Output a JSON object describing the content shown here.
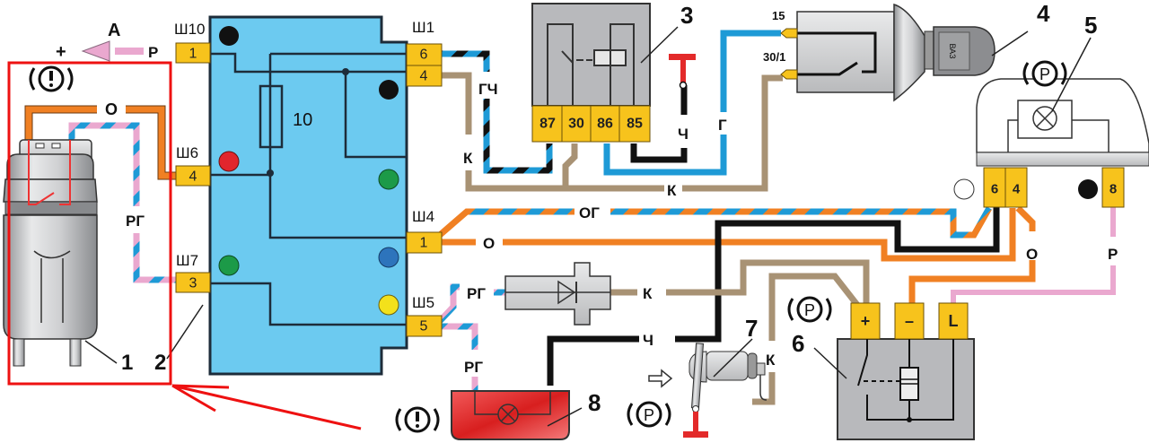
{
  "diagram": {
    "title": "Parking brake and brake fluid level warning circuit",
    "colors": {
      "block_fill": "#6ccaf0",
      "pin_fill": "#f7c31c",
      "wire_orange": "#f08023",
      "wire_blue": "#1e9ad6",
      "wire_black": "#111111",
      "wire_pink": "#eaa8cf",
      "wire_brown": "#a89274",
      "highlight_red": "#ee1111",
      "relay_grey": "#b8b9bc",
      "lamp_red": "#e32a2a"
    },
    "components": {
      "c1": {
        "number": "1",
        "name": "brake-fluid-level-sensor"
      },
      "c2": {
        "number": "2",
        "name": "mounting-block",
        "fuse_label": "10"
      },
      "c3": {
        "number": "3",
        "name": "relay",
        "pins": [
          "87",
          "30",
          "86",
          "85"
        ]
      },
      "c4": {
        "number": "4",
        "name": "ignition-switch",
        "pins": [
          "15",
          "30/1"
        ],
        "key_text": "ВАЗ"
      },
      "c5": {
        "number": "5",
        "name": "instrument-cluster-lamp",
        "pins": [
          "6",
          "4",
          "8"
        ]
      },
      "c6": {
        "number": "6",
        "name": "parking-brake-relay",
        "pins": [
          "+",
          "–",
          "L"
        ]
      },
      "c7": {
        "number": "7",
        "name": "parking-brake-switch"
      },
      "c8": {
        "number": "8",
        "name": "warning-lamp"
      }
    },
    "block_connectors": {
      "sh10": {
        "label": "Ш10",
        "pin": "1"
      },
      "sh6": {
        "label": "Ш6",
        "pin": "4"
      },
      "sh7": {
        "label": "Ш7",
        "pin": "3"
      },
      "sh1": {
        "label": "Ш1",
        "pins": [
          "6",
          "4"
        ]
      },
      "sh4": {
        "label": "Ш4",
        "pin": "1"
      },
      "sh5": {
        "label": "Ш5",
        "pin": "5"
      }
    },
    "wire_labels": {
      "to_a": "А",
      "plus": "+",
      "p_top": "Р",
      "o_sensor": "О",
      "rg_sensor": "РГ",
      "gch": "ГЧ",
      "k_left": "К",
      "k_mid": "К",
      "g_switch": "Г",
      "ch_relay": "Ч",
      "og": "ОГ",
      "o_long": "О",
      "o_cluster": "О",
      "p_cluster": "Р",
      "rg_diode": "РГ",
      "k_diode": "К",
      "rg_lamp": "РГ",
      "ch_lamp": "Ч",
      "k_switch": "К"
    },
    "symbols": {
      "brake_warning": "(!)",
      "parking": "(P)"
    }
  }
}
